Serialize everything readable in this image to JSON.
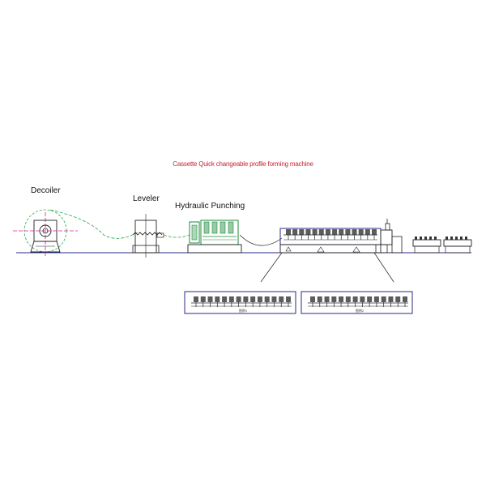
{
  "title": "Cassette Quick changeable profile forming machine",
  "stations": {
    "decoiler": "Decoiler",
    "leveler": "Leveler",
    "punching": "Hydraulic Punching"
  },
  "detail_captions": [
    "图例1",
    "图例2"
  ],
  "colors": {
    "line": "#222222",
    "blue_frame": "#2a2a8a",
    "material_path": "#22aa44",
    "centerline": "#e0209a",
    "machine_green": "#1a8a3a",
    "title": "#cc2233"
  }
}
